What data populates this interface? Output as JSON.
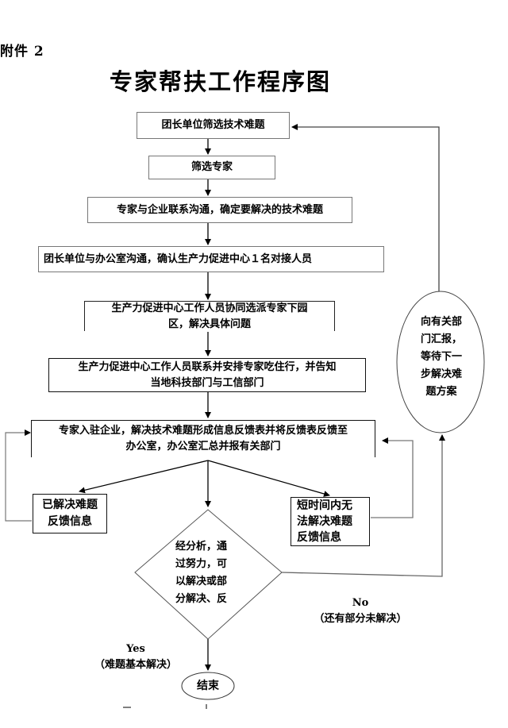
{
  "attachment_label": "附件 2",
  "title": "专家帮扶工作程序图",
  "steps": [
    {
      "id": "screen-problems",
      "text": "团长单位筛选技术难题"
    },
    {
      "id": "screen-experts",
      "text": "筛选专家"
    },
    {
      "id": "expert-enterprise-contact",
      "text": "专家与企业联系沟通，确定要解决的技术难题"
    },
    {
      "id": "confirm-liaison",
      "text": "团长单位与办公室沟通，确认生产力促进中心１名对接人员"
    },
    {
      "id": "dispatch-experts",
      "line1": "生产力促进中心工作人员协同选派专家下园",
      "line2": "区，解决具体问题"
    },
    {
      "id": "arrange-logistics",
      "line1": "生产力促进中心工作人员联系并安排专家吃住行，并告知",
      "line2": "当地科技部门与工信部门"
    },
    {
      "id": "expert-on-site",
      "line1": "专家入驻企业，解决技术难题形成信息反馈表并将反馈表反馈至",
      "line2": "办公室，办公室汇总并报有关部门"
    }
  ],
  "branches": {
    "solved": {
      "line1": "已解决难题",
      "line2": "反馈信息"
    },
    "unsolved": {
      "line1": "短时间内无",
      "line2": "法解决难题",
      "line3": "反馈信息"
    }
  },
  "decision": {
    "lines": [
      "经分析，通",
      "过努力，可",
      "以解决或部",
      "分解决、反"
    ]
  },
  "report_ellipse": {
    "lines": [
      "向有关部",
      "门汇报，",
      "等待下一",
      "步解决难",
      "题方案"
    ]
  },
  "yes_label": {
    "line1": "Yes",
    "line2": "（难题基本解决）"
  },
  "no_label": {
    "line1": "No",
    "line2": "（还有部分未解决）"
  },
  "end_label": "结束"
}
